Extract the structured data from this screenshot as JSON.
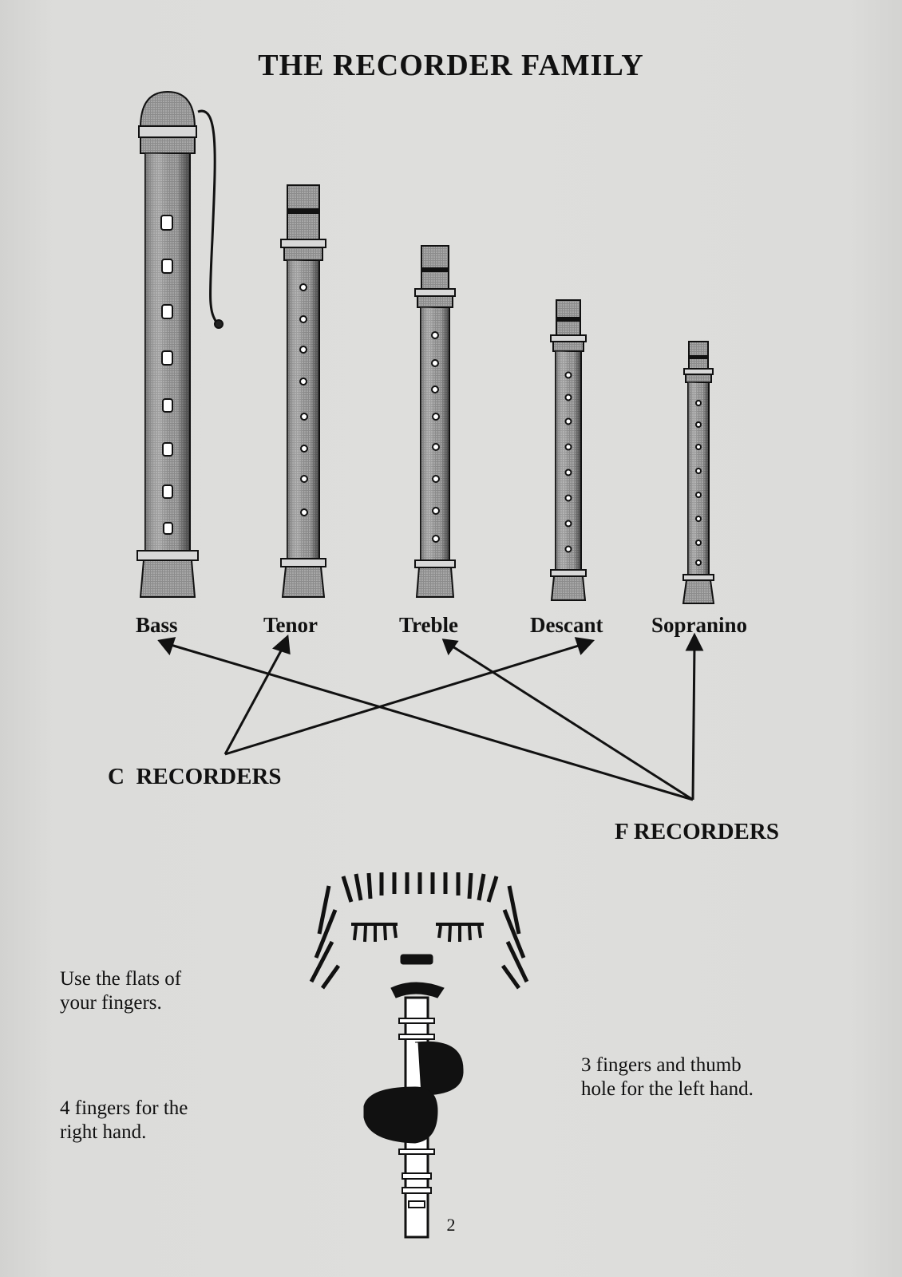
{
  "title": "THE RECORDER FAMILY",
  "recorders": [
    {
      "name": "Bass"
    },
    {
      "name": "Tenor"
    },
    {
      "name": "Treble"
    },
    {
      "name": "Descant"
    },
    {
      "name": "Sopranino"
    }
  ],
  "groups": {
    "c_recorders": "C  RECORDERS",
    "f_recorders": "F RECORDERS"
  },
  "notes": {
    "flats_line1": "Use the flats of",
    "flats_line2": "your fingers.",
    "right_line1": "4 fingers for the",
    "right_line2": "right hand.",
    "left_line1": "3 fingers and thumb",
    "left_line2": "hole for the left hand."
  },
  "page_number": "2"
}
